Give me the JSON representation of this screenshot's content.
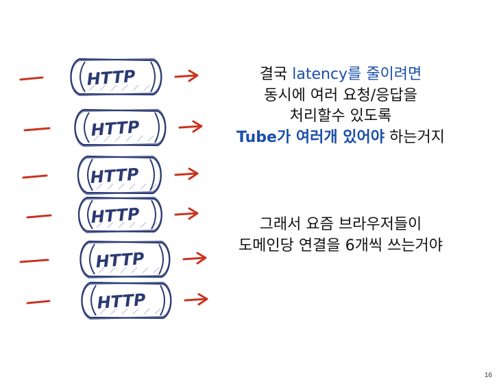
{
  "slide": {
    "paragraphs": [
      {
        "lines": [
          [
            {
              "text": "결국 ",
              "style": "normal"
            },
            {
              "text": "latency를 줄이려면",
              "style": "accent"
            }
          ],
          [
            {
              "text": "동시에 여러 요청/응답을",
              "style": "normal"
            }
          ],
          [
            {
              "text": "처리할수 있도록",
              "style": "normal"
            }
          ],
          [
            {
              "text": "Tube가 여러개 있어야",
              "style": "accent-bold"
            },
            {
              "text": " 하는거지",
              "style": "normal"
            }
          ]
        ]
      },
      {
        "lines": [
          [
            {
              "text": "그래서 요즘 브라우저들이",
              "style": "normal"
            }
          ],
          [
            {
              "text": "도메인당 연결을 6개씩 쓰는거야",
              "style": "normal"
            }
          ]
        ]
      }
    ],
    "page_number": "16",
    "colors": {
      "text": "#111111",
      "accent": "#1a4ea8",
      "tube_outline": "#2b3a73",
      "arrow": "#c8331f"
    },
    "sketch_tubes": [
      {
        "label": "HTTP"
      },
      {
        "label": "HTTP"
      },
      {
        "label": "HTTP"
      },
      {
        "label": "HTTP"
      },
      {
        "label": "HTTP"
      },
      {
        "label": "HTTP"
      }
    ]
  }
}
